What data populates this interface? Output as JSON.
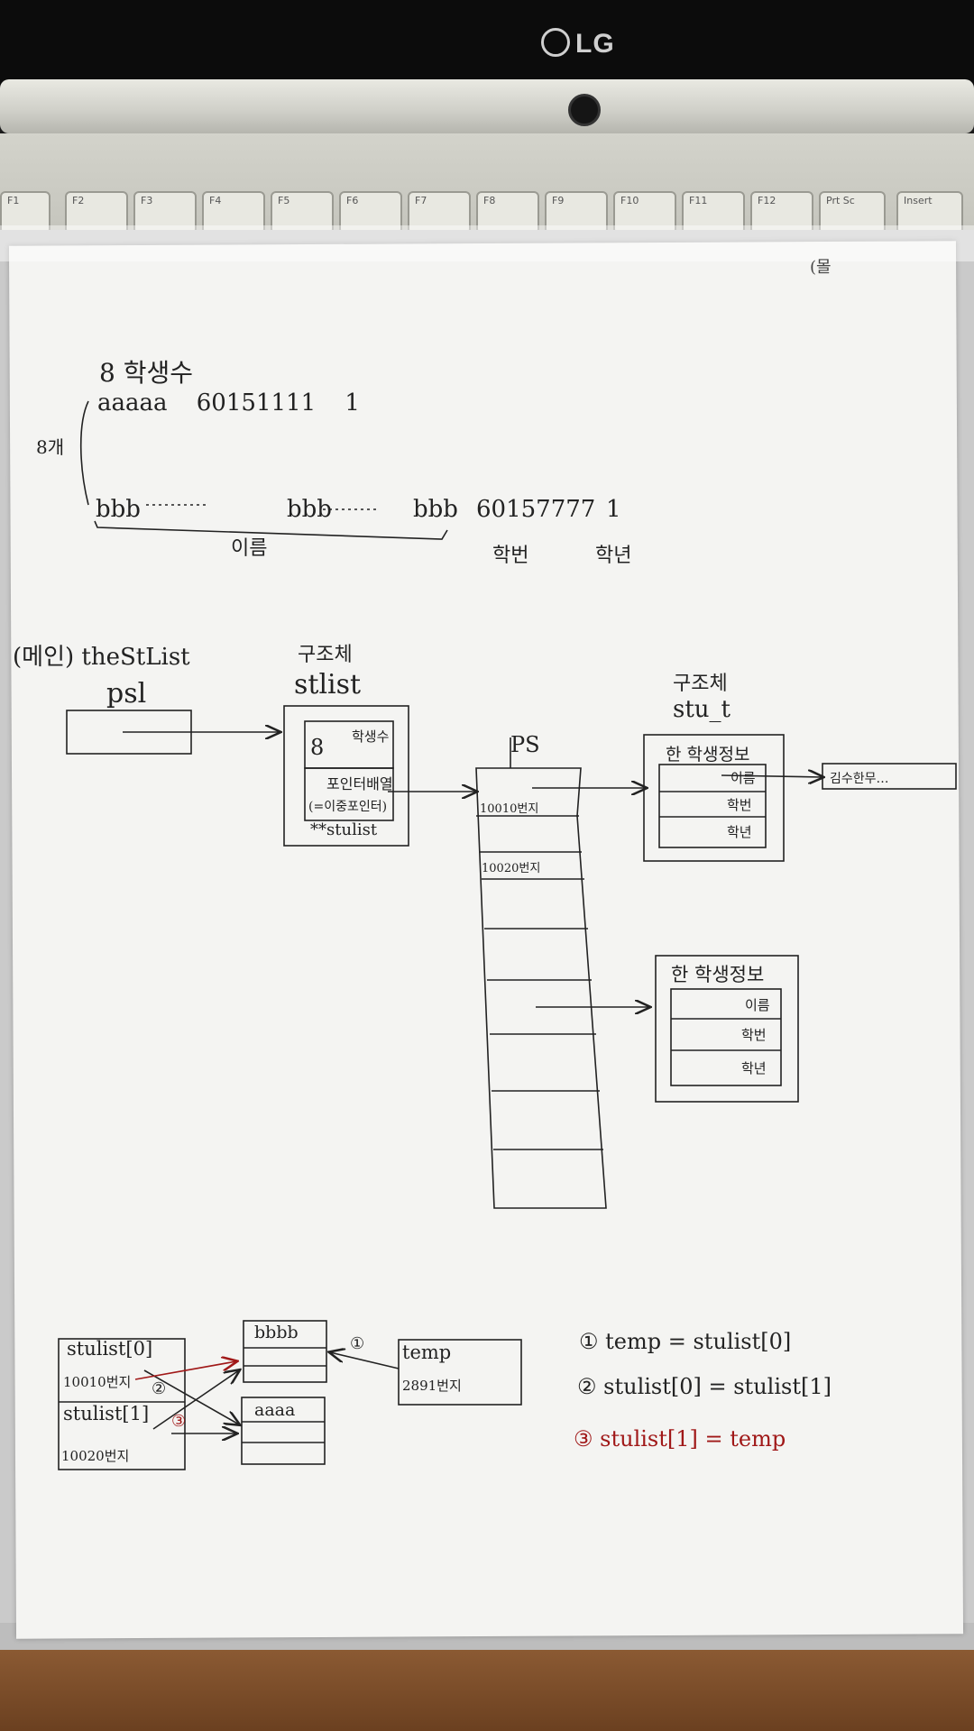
{
  "bezel": {
    "brand": "LG"
  },
  "keyboard": {
    "keys": [
      "F1",
      "F2",
      "F3",
      "F4",
      "F5",
      "F6",
      "F7",
      "F8",
      "F9",
      "F10",
      "F11",
      "F12",
      "Prt Sc",
      "Insert"
    ]
  },
  "note": {
    "corner": "(몰",
    "top": {
      "count_line": "8 학생수",
      "row1": "aaaaa 60151111 1",
      "side_label": "8개",
      "row_last_name1": "bbb",
      "row_last_name2": "bbb",
      "row_last_name3": "bbb",
      "row_last_id": "60157777",
      "row_last_year": "1",
      "label_name": "이름",
      "label_id": "학번",
      "label_year": "학년"
    },
    "diagram": {
      "main_label": "(메인) theStList",
      "psl": "psl",
      "struct1_caption": "구조체",
      "struct1_name": "stlist",
      "struct1_count": "8",
      "struct1_count_label": "학생수",
      "struct1_ptr_label": "포인터배열",
      "struct1_ptr_sub": "(=이중포인터)",
      "struct1_type": "**stulist",
      "ps": "PS",
      "ps_addr1": "10010번지",
      "ps_addr2": "10020번지",
      "struct2_caption": "구조체",
      "struct2_name": "stu_t",
      "info_title": "한 학생정보",
      "field_name": "이름",
      "field_id": "학번",
      "field_year": "학년",
      "name_value": "김수한무…"
    },
    "swap": {
      "s0": "stulist[0]",
      "s0_addr": "10010번지",
      "s1": "stulist[1]",
      "s1_addr": "10020번지",
      "box_a": "bbbb",
      "box_b": "aaaa",
      "temp": "temp",
      "temp_addr": "2891번지",
      "c1": "①",
      "c2": "②",
      "c3": "③",
      "step1": "① temp = stulist[0]",
      "step2": "② stulist[0] = stulist[1]",
      "step3": "③ stulist[1] = temp"
    }
  }
}
